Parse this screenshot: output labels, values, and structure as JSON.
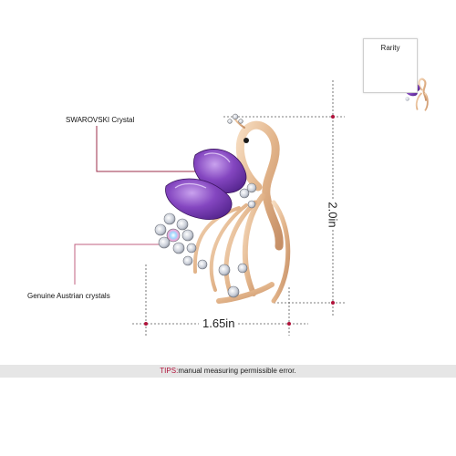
{
  "labels": {
    "crystal_label": "SWAROVSKI Crystal",
    "genuine_label": "Genuine Austrian crystals",
    "width": "1.65in",
    "height": "2.0in"
  },
  "thumbnail": {
    "title": "Rarity"
  },
  "tips": {
    "tag": "TIPS:",
    "message": "manual measuring permissible error."
  },
  "colors": {
    "gold": "#e8c39c",
    "gold_dark": "#c9956c",
    "amethyst": "#7b3fb0",
    "amethyst_light": "#b58be0",
    "leader_line": "#9b2c4a"
  }
}
